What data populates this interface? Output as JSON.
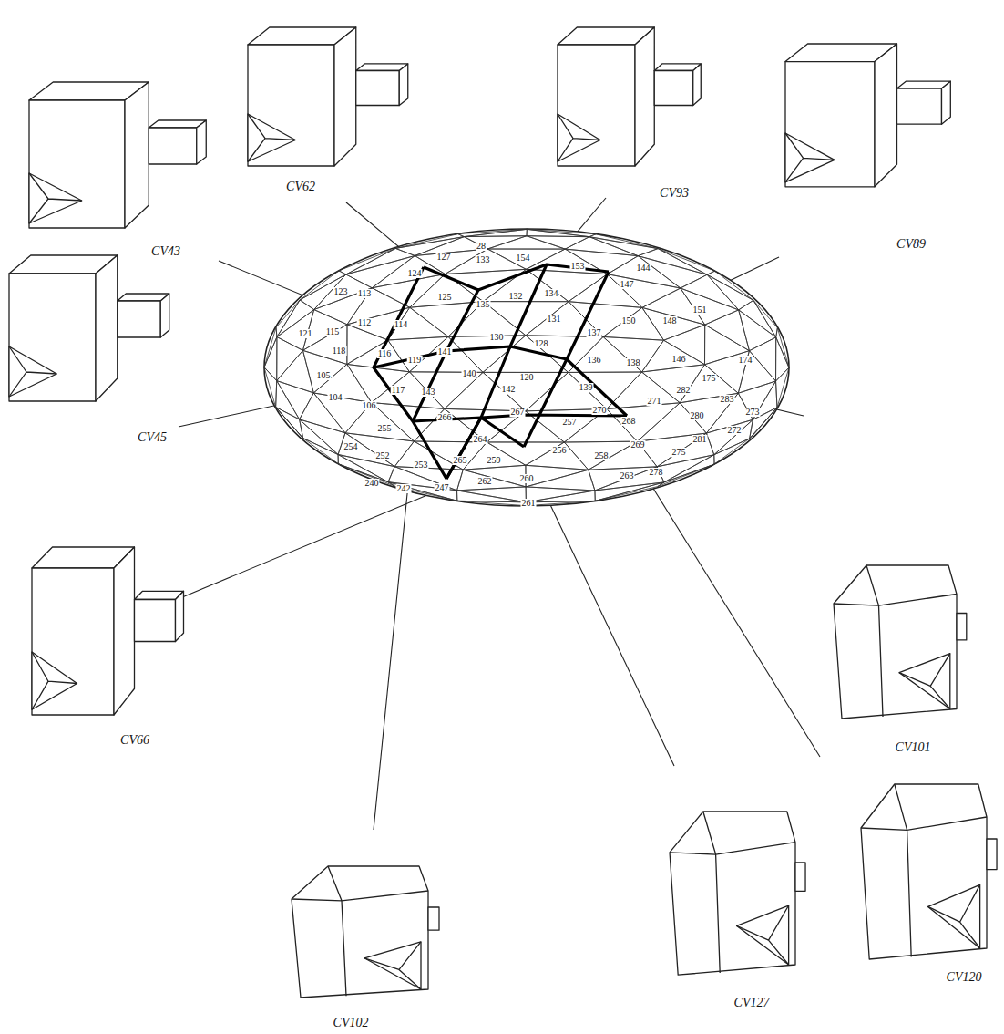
{
  "diagram": {
    "labels": [
      "CV62",
      "CV93",
      "CV43",
      "CV89",
      "CV45",
      "CV66",
      "CV101",
      "CV120",
      "CV127",
      "CV102",
      "28",
      "127",
      "133",
      "154",
      "124",
      "153",
      "144",
      "147",
      "123",
      "113",
      "125",
      "135",
      "132",
      "134",
      "112",
      "114",
      "130",
      "131",
      "137",
      "150",
      "148",
      "151",
      "121",
      "115",
      "118",
      "116",
      "119",
      "141",
      "128",
      "136",
      "138",
      "146",
      "175",
      "174",
      "105",
      "140",
      "120",
      "142",
      "139",
      "271",
      "282",
      "283",
      "104",
      "117",
      "143",
      "106",
      "255",
      "266",
      "267",
      "257",
      "270",
      "268",
      "280",
      "273",
      "264",
      "269",
      "281",
      "272",
      "254",
      "252",
      "253",
      "265",
      "259",
      "256",
      "258",
      "275",
      "263",
      "278",
      "240",
      "242",
      "247",
      "262",
      "260",
      "261"
    ]
  }
}
